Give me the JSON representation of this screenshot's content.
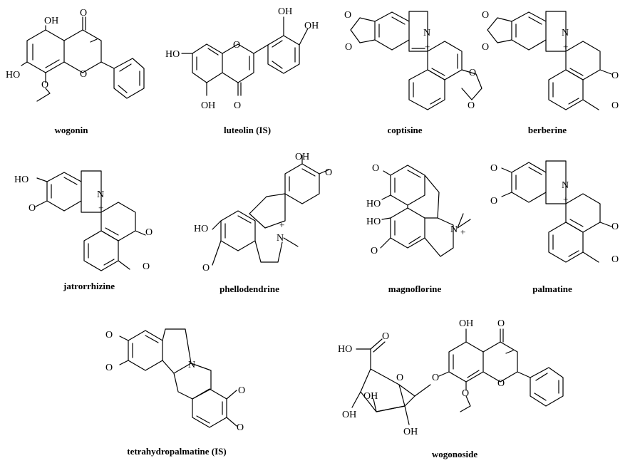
{
  "compounds": [
    {
      "name": "wogonin"
    },
    {
      "name": "luteolin (IS)"
    },
    {
      "name": "coptisine"
    },
    {
      "name": "berberine"
    },
    {
      "name": "jatrorrhizine"
    },
    {
      "name": "phellodendrine"
    },
    {
      "name": "magnoflorine"
    },
    {
      "name": "palmatine"
    },
    {
      "name": "tetrahydropalmatine (IS)"
    },
    {
      "name": "wogonoside"
    }
  ],
  "atoms": {
    "oh": "OH",
    "ho": "HO",
    "o": "O",
    "n": "N",
    "plus": "+"
  }
}
